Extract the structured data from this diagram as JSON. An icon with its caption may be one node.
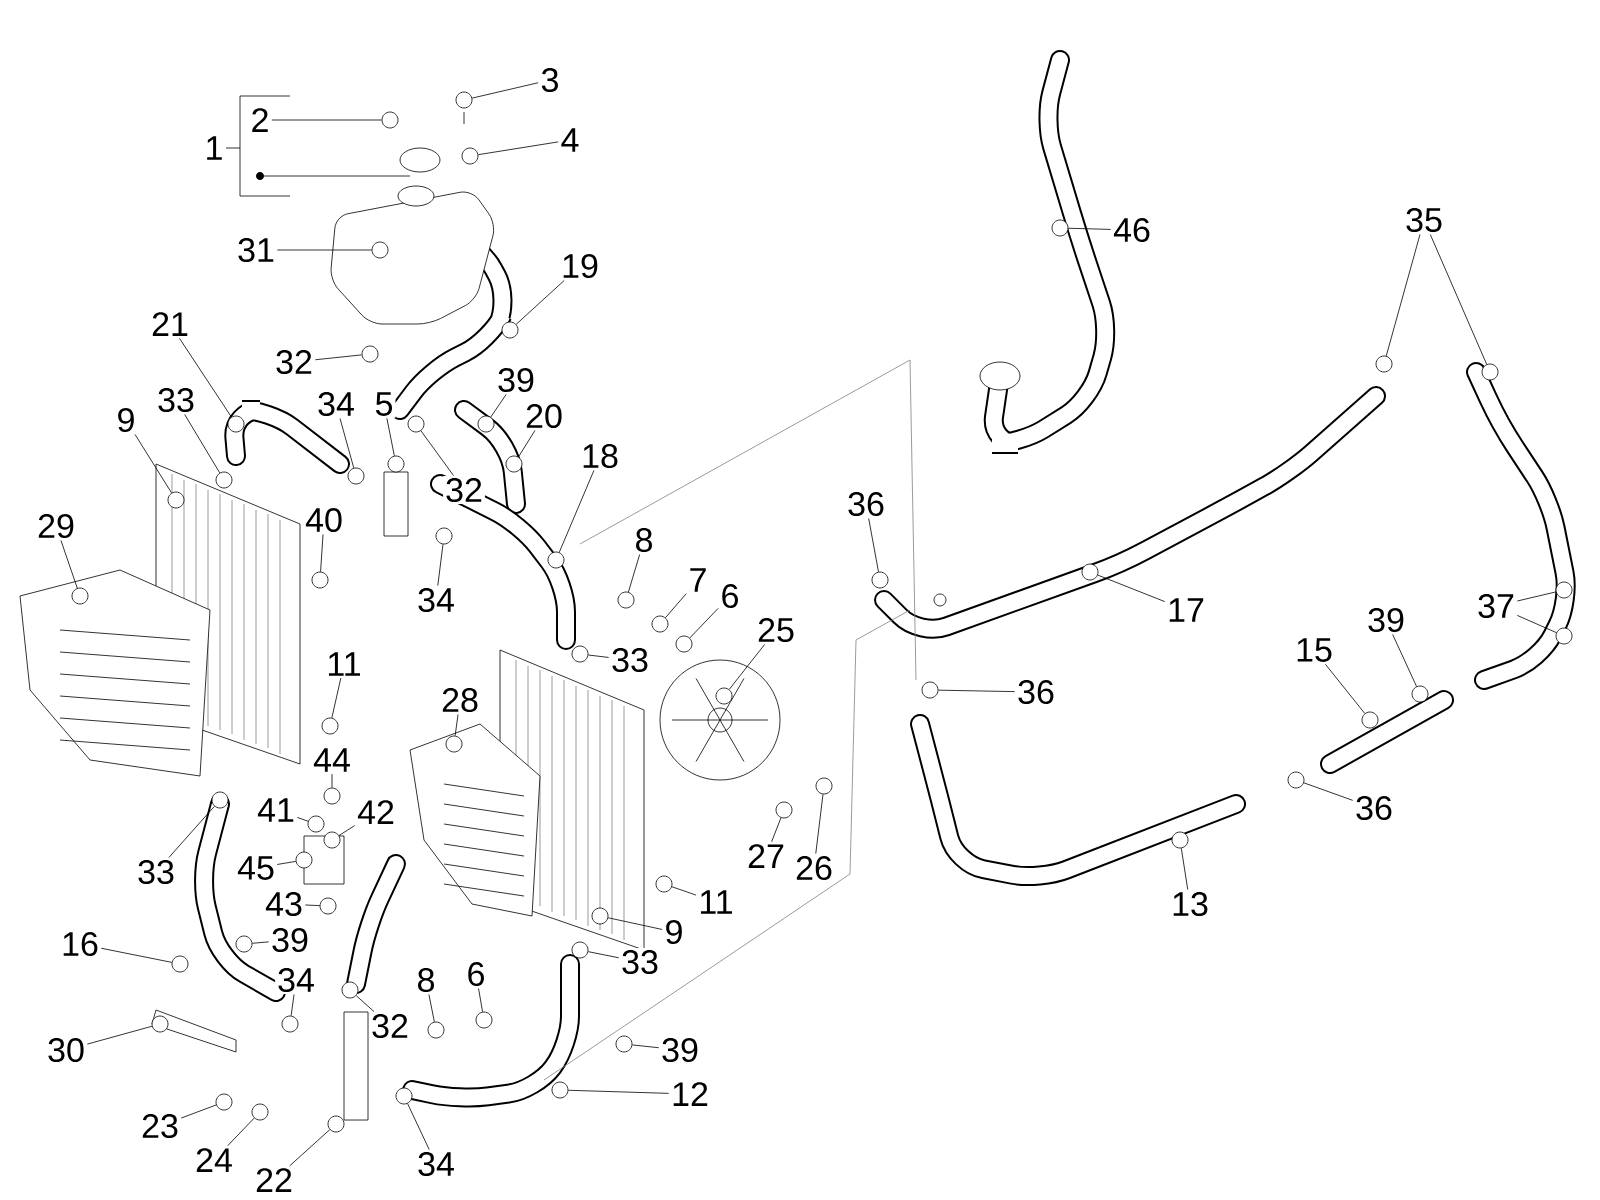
{
  "diagram": {
    "nodes": [
      {
        "text": [
          "3"
        ]
      },
      {
        "text": [
          "2"
        ]
      },
      {
        "text": [
          "4"
        ]
      },
      {
        "text": [
          "1"
        ]
      },
      {
        "text": [
          "46"
        ]
      },
      {
        "text": [
          "35"
        ]
      },
      {
        "text": [
          "31"
        ]
      },
      {
        "text": [
          "19"
        ]
      },
      {
        "text": [
          "21"
        ]
      },
      {
        "text": [
          "32"
        ]
      },
      {
        "text": [
          "39"
        ]
      },
      {
        "text": [
          "33"
        ]
      },
      {
        "text": [
          "34"
        ]
      },
      {
        "text": [
          "5"
        ]
      },
      {
        "text": [
          "9"
        ]
      },
      {
        "text": [
          "20"
        ]
      },
      {
        "text": [
          "18"
        ]
      },
      {
        "text": [
          "32"
        ]
      },
      {
        "text": [
          "36"
        ]
      },
      {
        "text": [
          "40"
        ]
      },
      {
        "text": [
          "29"
        ]
      },
      {
        "text": [
          "8"
        ]
      },
      {
        "text": [
          "7"
        ]
      },
      {
        "text": [
          "34"
        ]
      },
      {
        "text": [
          "6"
        ]
      },
      {
        "text": [
          "37"
        ]
      },
      {
        "text": [
          "17"
        ]
      },
      {
        "text": [
          "15"
        ]
      },
      {
        "text": [
          "39"
        ]
      },
      {
        "text": [
          "33"
        ]
      },
      {
        "text": [
          "25"
        ]
      },
      {
        "text": [
          "11"
        ]
      },
      {
        "text": [
          "36"
        ]
      },
      {
        "text": [
          "28"
        ]
      },
      {
        "text": [
          "44"
        ]
      },
      {
        "text": [
          "36"
        ]
      },
      {
        "text": [
          "41"
        ]
      },
      {
        "text": [
          "42"
        ]
      },
      {
        "text": [
          "27"
        ]
      },
      {
        "text": [
          "26"
        ]
      },
      {
        "text": [
          "45"
        ]
      },
      {
        "text": [
          "33"
        ]
      },
      {
        "text": [
          "13"
        ]
      },
      {
        "text": [
          "11"
        ]
      },
      {
        "text": [
          "43"
        ]
      },
      {
        "text": [
          "9"
        ]
      },
      {
        "text": [
          "16"
        ]
      },
      {
        "text": [
          "39"
        ]
      },
      {
        "text": [
          "33"
        ]
      },
      {
        "text": [
          "8"
        ]
      },
      {
        "text": [
          "6"
        ]
      },
      {
        "text": [
          "34"
        ]
      },
      {
        "text": [
          "32"
        ]
      },
      {
        "text": [
          "30"
        ]
      },
      {
        "text": [
          "39"
        ]
      },
      {
        "text": [
          "12"
        ]
      },
      {
        "text": [
          "23"
        ]
      },
      {
        "text": [
          "24"
        ]
      },
      {
        "text": [
          "22"
        ]
      },
      {
        "text": [
          "34"
        ]
      },
      {
        "text": [],
        "shape": "circle"
      },
      {
        "text": [],
        "shape": "circle"
      },
      {
        "text": [],
        "shape": "circle"
      },
      {
        "text": [],
        "shape": "circle"
      },
      {
        "text": [],
        "shape": "circle"
      },
      {
        "text": [],
        "shape": "circle"
      },
      {
        "text": [],
        "shape": "circle"
      },
      {
        "text": [],
        "shape": "circle"
      },
      {
        "text": [],
        "shape": "circle"
      },
      {
        "text": [],
        "shape": "circle"
      },
      {
        "text": [],
        "shape": "circle"
      },
      {
        "text": [],
        "shape": "circle"
      },
      {
        "text": [],
        "shape": "circle"
      },
      {
        "text": [],
        "shape": "circle"
      },
      {
        "text": [],
        "shape": "circle"
      },
      {
        "text": [],
        "shape": "circle"
      },
      {
        "text": [],
        "shape": "circle"
      },
      {
        "text": [],
        "shape": "circle"
      },
      {
        "text": [],
        "shape": "circle"
      },
      {
        "text": [],
        "shape": "circle"
      },
      {
        "text": [],
        "shape": "circle"
      },
      {
        "text": [],
        "shape": "circle"
      },
      {
        "text": [],
        "shape": "circle"
      },
      {
        "text": [],
        "shape": "circle"
      },
      {
        "text": [],
        "shape": "circle"
      },
      {
        "text": [],
        "shape": "circle"
      },
      {
        "text": [],
        "shape": "circle"
      },
      {
        "text": [],
        "shape": "circle"
      },
      {
        "text": [],
        "shape": "circle"
      },
      {
        "text": [],
        "shape": "circle"
      },
      {
        "text": [],
        "shape": "circle"
      },
      {
        "text": [],
        "shape": "circle"
      },
      {
        "text": [],
        "shape": "circle"
      },
      {
        "text": [],
        "shape": "circle"
      },
      {
        "text": [],
        "shape": "circle"
      },
      {
        "text": [],
        "shape": "circle"
      },
      {
        "text": [],
        "shape": "circle"
      },
      {
        "text": [],
        "shape": "circle"
      },
      {
        "text": [],
        "shape": "circle"
      },
      {
        "text": [],
        "shape": "circle"
      },
      {
        "text": [],
        "shape": "circle"
      },
      {
        "text": [],
        "shape": "circle"
      },
      {
        "text": [],
        "shape": "circle"
      },
      {
        "text": [],
        "shape": "circle"
      },
      {
        "text": [],
        "shape": "circle"
      },
      {
        "text": [],
        "shape": "circle"
      },
      {
        "text": [],
        "shape": "circle"
      },
      {
        "text": [],
        "shape": "circle"
      },
      {
        "text": [],
        "shape": "circle"
      },
      {
        "text": [],
        "shape": "circle"
      },
      {
        "text": [],
        "shape": "circle"
      },
      {
        "text": [],
        "shape": "circle"
      },
      {
        "text": [],
        "shape": "circle"
      },
      {
        "text": [],
        "shape": "circle"
      },
      {
        "text": [],
        "shape": "circle"
      },
      {
        "text": [],
        "shape": "circle"
      },
      {
        "text": [],
        "shape": "circle"
      },
      {
        "text": [],
        "shape": "circle"
      },
      {
        "text": [],
        "shape": "circle"
      },
      {
        "text": [],
        "shape": "circle"
      },
      {
        "text": [],
        "shape": "circle"
      }
    ],
    "edges": [
      {
        "from": 0,
        "to": 60,
        "arrow": "none"
      },
      {
        "from": 1,
        "to": 61,
        "arrow": "none"
      },
      {
        "from": 2,
        "to": 62,
        "arrow": "none"
      },
      {
        "from": 4,
        "to": 63,
        "arrow": "none"
      },
      {
        "from": 5,
        "to": 64,
        "arrow": "none"
      },
      {
        "from": 5,
        "to": 65,
        "arrow": "none"
      },
      {
        "from": 6,
        "to": 66,
        "arrow": "none"
      },
      {
        "from": 7,
        "to": 67,
        "arrow": "none"
      },
      {
        "from": 8,
        "to": 68,
        "arrow": "none"
      },
      {
        "from": 9,
        "to": 69,
        "arrow": "none"
      },
      {
        "from": 10,
        "to": 70,
        "arrow": "none"
      },
      {
        "from": 11,
        "to": 71,
        "arrow": "none"
      },
      {
        "from": 12,
        "to": 72,
        "arrow": "none"
      },
      {
        "from": 13,
        "to": 73,
        "arrow": "none"
      },
      {
        "from": 14,
        "to": 74,
        "arrow": "none"
      },
      {
        "from": 15,
        "to": 75,
        "arrow": "none"
      },
      {
        "from": 16,
        "to": 76,
        "arrow": "none"
      },
      {
        "from": 17,
        "to": 77,
        "arrow": "none"
      },
      {
        "from": 18,
        "to": 78,
        "arrow": "none"
      },
      {
        "from": 19,
        "to": 79,
        "arrow": "none"
      },
      {
        "from": 20,
        "to": 80,
        "arrow": "none"
      },
      {
        "from": 21,
        "to": 81,
        "arrow": "none"
      },
      {
        "from": 22,
        "to": 82,
        "arrow": "none"
      },
      {
        "from": 23,
        "to": 83,
        "arrow": "none"
      },
      {
        "from": 24,
        "to": 84,
        "arrow": "none"
      },
      {
        "from": 25,
        "to": 85,
        "arrow": "none"
      },
      {
        "from": 25,
        "to": 86,
        "arrow": "none"
      },
      {
        "from": 26,
        "to": 87,
        "arrow": "none"
      },
      {
        "from": 27,
        "to": 88,
        "arrow": "none"
      },
      {
        "from": 28,
        "to": 89,
        "arrow": "none"
      },
      {
        "from": 29,
        "to": 90,
        "arrow": "none"
      },
      {
        "from": 30,
        "to": 91,
        "arrow": "none"
      },
      {
        "from": 31,
        "to": 92,
        "arrow": "none"
      },
      {
        "from": 32,
        "to": 93,
        "arrow": "none"
      },
      {
        "from": 33,
        "to": 94,
        "arrow": "none"
      },
      {
        "from": 34,
        "to": 95,
        "arrow": "none"
      },
      {
        "from": 35,
        "to": 96,
        "arrow": "none"
      },
      {
        "from": 36,
        "to": 97,
        "arrow": "none"
      },
      {
        "from": 37,
        "to": 98,
        "arrow": "none"
      },
      {
        "from": 38,
        "to": 99,
        "arrow": "none"
      },
      {
        "from": 39,
        "to": 100,
        "arrow": "none"
      },
      {
        "from": 40,
        "to": 101,
        "arrow": "none"
      },
      {
        "from": 41,
        "to": 102,
        "arrow": "none"
      },
      {
        "from": 42,
        "to": 103,
        "arrow": "none"
      },
      {
        "from": 43,
        "to": 104,
        "arrow": "none"
      },
      {
        "from": 44,
        "to": 105,
        "arrow": "none"
      },
      {
        "from": 45,
        "to": 106,
        "arrow": "none"
      },
      {
        "from": 46,
        "to": 107,
        "arrow": "none"
      },
      {
        "from": 47,
        "to": 108,
        "arrow": "none"
      },
      {
        "from": 48,
        "to": 109,
        "arrow": "none"
      },
      {
        "from": 49,
        "to": 110,
        "arrow": "none"
      },
      {
        "from": 50,
        "to": 111,
        "arrow": "none"
      },
      {
        "from": 51,
        "to": 112,
        "arrow": "none"
      },
      {
        "from": 52,
        "to": 113,
        "arrow": "none"
      },
      {
        "from": 53,
        "to": 114,
        "arrow": "none"
      },
      {
        "from": 54,
        "to": 115,
        "arrow": "none"
      },
      {
        "from": 55,
        "to": 116,
        "arrow": "none"
      },
      {
        "from": 56,
        "to": 117,
        "arrow": "none"
      },
      {
        "from": 57,
        "to": 118,
        "arrow": "none"
      },
      {
        "from": 58,
        "to": 119,
        "arrow": "none"
      },
      {
        "from": 59,
        "to": 120,
        "arrow": "none"
      }
    ]
  }
}
